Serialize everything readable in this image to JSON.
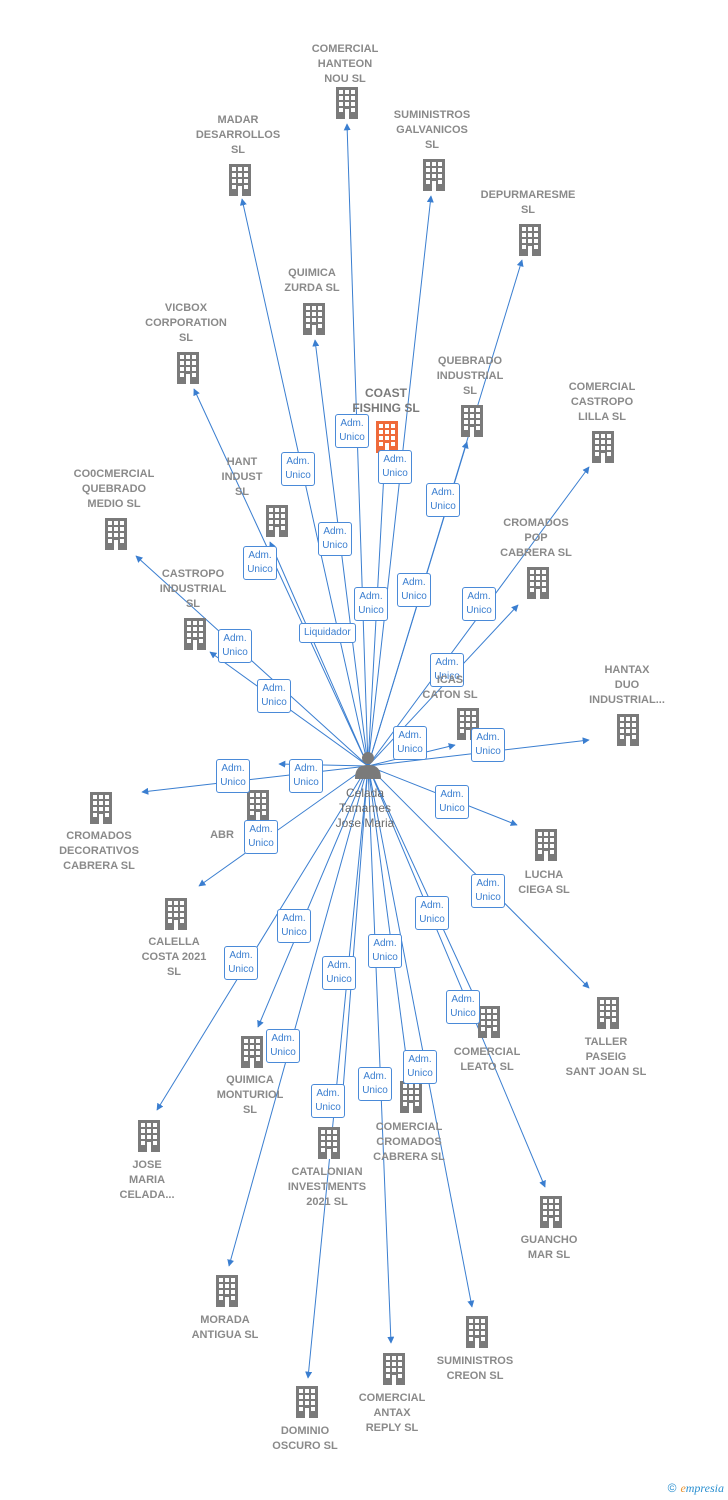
{
  "person": {
    "name": "Celada\nTamames\nJose Maria",
    "color": "#7a7a7a"
  },
  "colors": {
    "edge": "#3a7ed0",
    "building": "#7a7a7a",
    "building_highlight": "#ef6a3a"
  },
  "footer": {
    "copyright": "©",
    "brand_e": "e",
    "brand_rest": "mpresia"
  },
  "companies": [
    {
      "id": "comercial-hanteon-nou",
      "label": "COMERCIAL\nHANTEON\nNOU  SL",
      "role": "Adm.\nUnico"
    },
    {
      "id": "madar-desarrollos",
      "label": "MADAR\nDESARROLLOS\nSL",
      "role": "Adm.\nUnico"
    },
    {
      "id": "suministros-galvanicos",
      "label": "SUMINISTROS\nGALVANICOS\nSL",
      "role": "Adm.\nUnico"
    },
    {
      "id": "depurmaresme",
      "label": "DEPURMARESME\nSL",
      "role": "Adm.\nUnico"
    },
    {
      "id": "quimica-zurda",
      "label": "QUIMICA\nZURDA  SL",
      "role": "Adm.\nUnico"
    },
    {
      "id": "vicbox-corporation",
      "label": "VICBOX\nCORPORATION\nSL",
      "role": "Adm.\nUnico"
    },
    {
      "id": "coast-fishing",
      "label": "COAST\nFISHING  SL",
      "role": "Adm.\nUnico",
      "highlight": true
    },
    {
      "id": "quebrado-industrial",
      "label": "QUEBRADO\nINDUSTRIAL\nSL",
      "role": "Adm.\nUnico"
    },
    {
      "id": "comercial-castropo-lilla",
      "label": "COMERCIAL\nCASTROPO\nLILLA  SL",
      "role": "Adm.\nUnico"
    },
    {
      "id": "hantax-industrial",
      "label": "HANT\nINDUST\nSL",
      "role": "Liquidador"
    },
    {
      "id": "comercial-quebrado-medio",
      "label": "CO0CMERCIAL\nQUEBRADO\nMEDIO  SL",
      "role": "Adm.\nUnico"
    },
    {
      "id": "cromados-pop-cabrera",
      "label": "CROMADOS\nPOP\nCABRERA  SL",
      "role": "Adm.\nUnico"
    },
    {
      "id": "castropo-industrial",
      "label": "CASTROPO\nINDUSTRIAL\nSL",
      "role": "Adm.\nUnico"
    },
    {
      "id": "quimicas-caton",
      "label": "ICAS\nCATON  SL",
      "role": "Adm.\nUnico"
    },
    {
      "id": "hantax-duo-industrial",
      "label": "HANTAX\nDUO\nINDUSTRIAL...",
      "role": "Adm.\nUnico"
    },
    {
      "id": "cromados-decorativos-cabrera",
      "label": "CROMADOS\nDECORATIVOS\nCABRERA  SL",
      "role": "Adm.\nUnico"
    },
    {
      "id": "abr",
      "label": "ABR",
      "role": "Adm.\nUnico"
    },
    {
      "id": "lucha-ciega",
      "label": "LUCHA\nCIEGA  SL",
      "role": "Adm.\nUnico"
    },
    {
      "id": "calella-costa-2021",
      "label": "CALELLA\nCOSTA 2021\nSL",
      "role": "Adm.\nUnico"
    },
    {
      "id": "taller-paseig-sant-joan",
      "label": "TALLER\nPASEIG\nSANT JOAN  SL",
      "role": "Adm.\nUnico"
    },
    {
      "id": "comercial-leato",
      "label": "COMERCIAL\nLEATO  SL",
      "role": "Adm.\nUnico"
    },
    {
      "id": "quimica-monturiol",
      "label": "QUIMICA\nMONTURIOL\nSL",
      "role": "Adm.\nUnico"
    },
    {
      "id": "jose-maria-celada",
      "label": "JOSE\nMARIA\nCELADA...",
      "role": "Adm.\nUnico"
    },
    {
      "id": "comercial-cromados-cabrera",
      "label": "COMERCIAL\nCROMADOS\nCABRERA  SL",
      "role": "Adm.\nUnico"
    },
    {
      "id": "catalonian-investments-2021",
      "label": "CATALONIAN\nINVESTMENTS\n2021  SL",
      "role": "Adm.\nUnico"
    },
    {
      "id": "guancho-mar",
      "label": "GUANCHO\nMAR  SL",
      "role": "Adm.\nUnico"
    },
    {
      "id": "morada-antigua",
      "label": "MORADA\nANTIGUA  SL",
      "role": "Adm.\nUnico"
    },
    {
      "id": "suministros-creon",
      "label": "SUMINISTROS\nCREON  SL",
      "role": "Adm.\nUnico"
    },
    {
      "id": "comercial-antax-reply",
      "label": "COMERCIAL\nANTAX\nREPLY  SL",
      "role": "Adm.\nUnico"
    },
    {
      "id": "dominio-oscuro",
      "label": "DOMINIO\nOSCURO  SL",
      "role": "Adm.\nUnico"
    }
  ]
}
